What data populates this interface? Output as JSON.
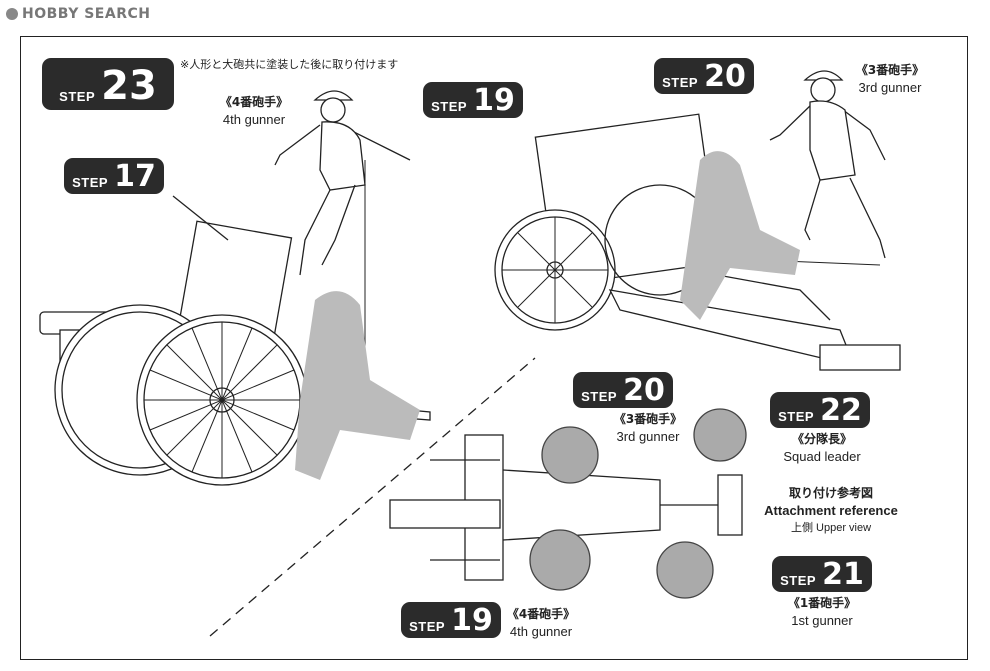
{
  "watermark": "HOBBY SEARCH",
  "note": "※人形と大砲共に塗装した後に取り付けます",
  "steps": {
    "s23": {
      "word": "STEP",
      "num": "23"
    },
    "s17": {
      "word": "STEP",
      "num": "17"
    },
    "s19a": {
      "word": "STEP",
      "num": "19"
    },
    "s20a": {
      "word": "STEP",
      "num": "20"
    },
    "s20b": {
      "word": "STEP",
      "num": "20"
    },
    "s22": {
      "word": "STEP",
      "num": "22"
    },
    "s19b": {
      "word": "STEP",
      "num": "19"
    },
    "s21": {
      "word": "STEP",
      "num": "21"
    }
  },
  "labels": {
    "g4_top_jp": "《4番砲手》",
    "g4_top_en": "4th gunner",
    "g3_top_jp": "《3番砲手》",
    "g3_top_en": "3rd gunner",
    "g3_bot_jp": "《3番砲手》",
    "g3_bot_en": "3rd gunner",
    "leader_jp": "《分隊長》",
    "leader_en": "Squad leader",
    "g4_bot_jp": "《4番砲手》",
    "g4_bot_en": "4th gunner",
    "g1_jp": "《1番砲手》",
    "g1_en": "1st gunner"
  },
  "reference": {
    "jp": "取り付け参考図",
    "en": "Attachment reference",
    "sub_jp": "上側",
    "sub_en": "Upper view"
  }
}
